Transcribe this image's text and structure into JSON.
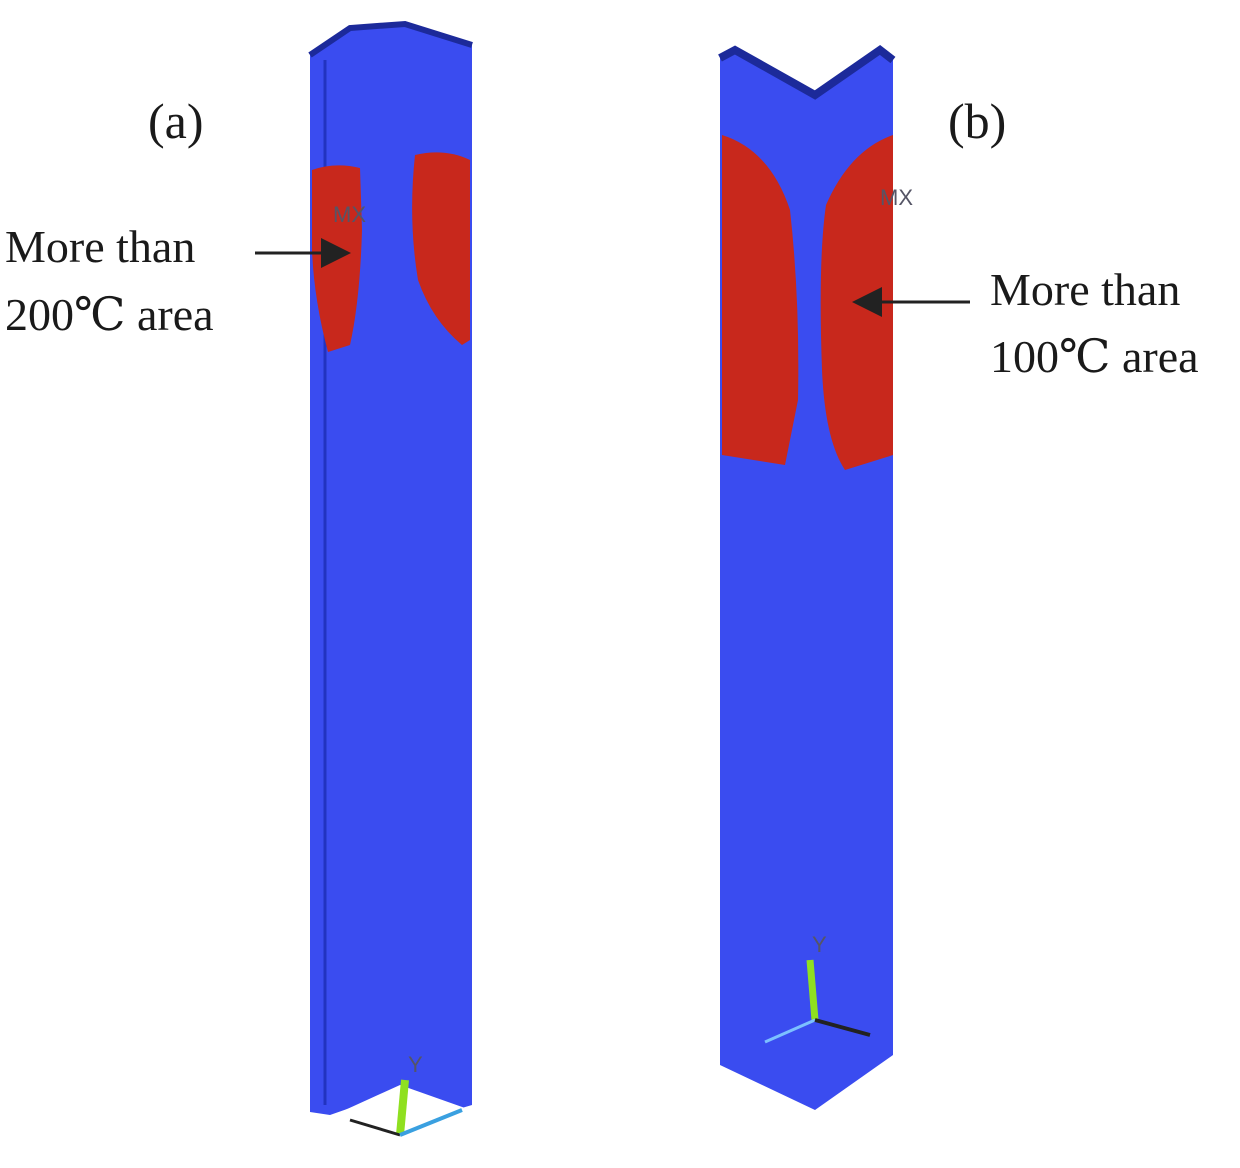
{
  "panels": [
    {
      "id": "a",
      "label": "(a)",
      "annotation_line1": "More than",
      "annotation_line2": "200℃ area",
      "marker": "MX",
      "axis_label": "Y"
    },
    {
      "id": "b",
      "label": "(b)",
      "annotation_line1": "More than",
      "annotation_line2": "100℃ area",
      "marker": "MX",
      "axis_label": "Y"
    }
  ],
  "colors": {
    "cool_region": "#3a4cf0",
    "hot_region": "#c8281c",
    "edge": "#1c2a9a"
  }
}
